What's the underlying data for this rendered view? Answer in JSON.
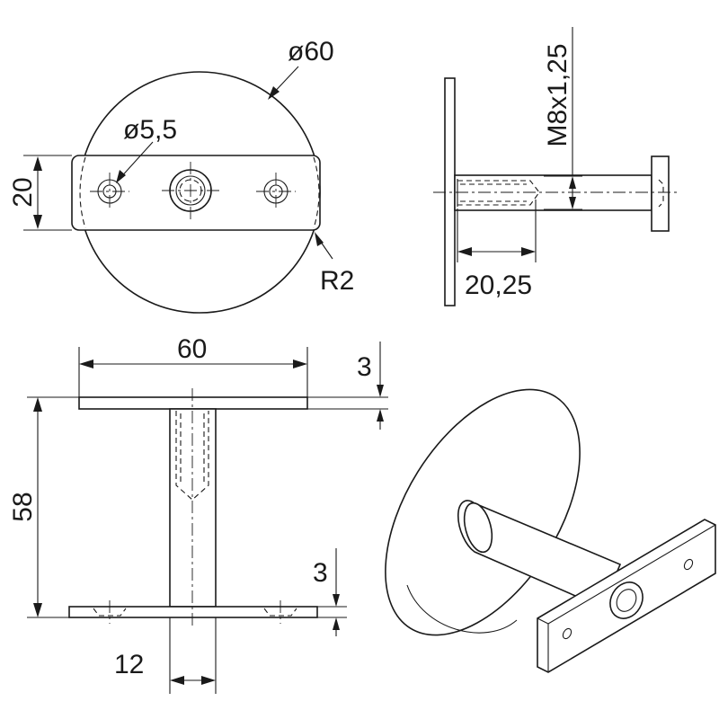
{
  "views": {
    "top": {
      "dim_disc_diameter": "ø60",
      "dim_hole_diameter": "ø5,5",
      "dim_plate_height": "20",
      "dim_corner_radius": "R2"
    },
    "side": {
      "dim_thread": "M8x1,25",
      "dim_thread_length": "20,25"
    },
    "front": {
      "dim_width": "60",
      "dim_top_thickness": "3",
      "dim_height": "58",
      "dim_bottom_thickness": "3",
      "dim_stem_width": "12"
    }
  }
}
